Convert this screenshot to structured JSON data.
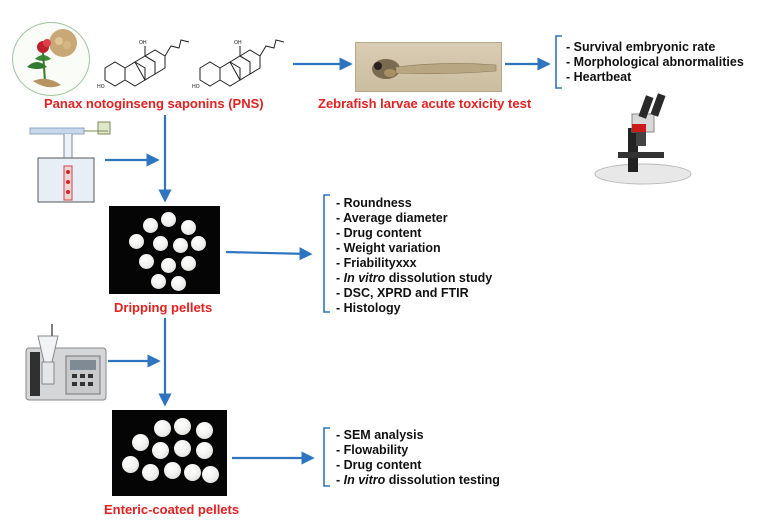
{
  "labels": {
    "pns": "Panax notoginseng saponins (PNS)",
    "zebrafish": "Zebrafish larvae acute toxicity test",
    "dripping": "Dripping pellets",
    "enteric": "Enteric-coated pellets"
  },
  "toxicity_list": [
    "- Survival embryonic rate",
    "- Morphological abnormalities",
    "- Heartbeat"
  ],
  "dripping_list": {
    "roundness": "- Roundness",
    "diameter": "- Average diameter",
    "drug_content": "- Drug content",
    "weight": "- Weight variation",
    "friability": "- Friabilityxxx",
    "dissolution_prefix": "- ",
    "dissolution_italic": "In vitro",
    "dissolution_suffix": " dissolution study",
    "dsc": "- DSC, XPRD and FTIR",
    "histology": "- Histology"
  },
  "enteric_list": {
    "sem": "- SEM analysis",
    "flowability": "- Flowability",
    "drug_content": "- Drug content",
    "dissolution_prefix": "- ",
    "dissolution_italic": "In vitro",
    "dissolution_suffix": " dissolution testing"
  },
  "colors": {
    "arrow": "#2f74c0",
    "label_red": "#e8201f",
    "bracket": "#2f74c0"
  }
}
